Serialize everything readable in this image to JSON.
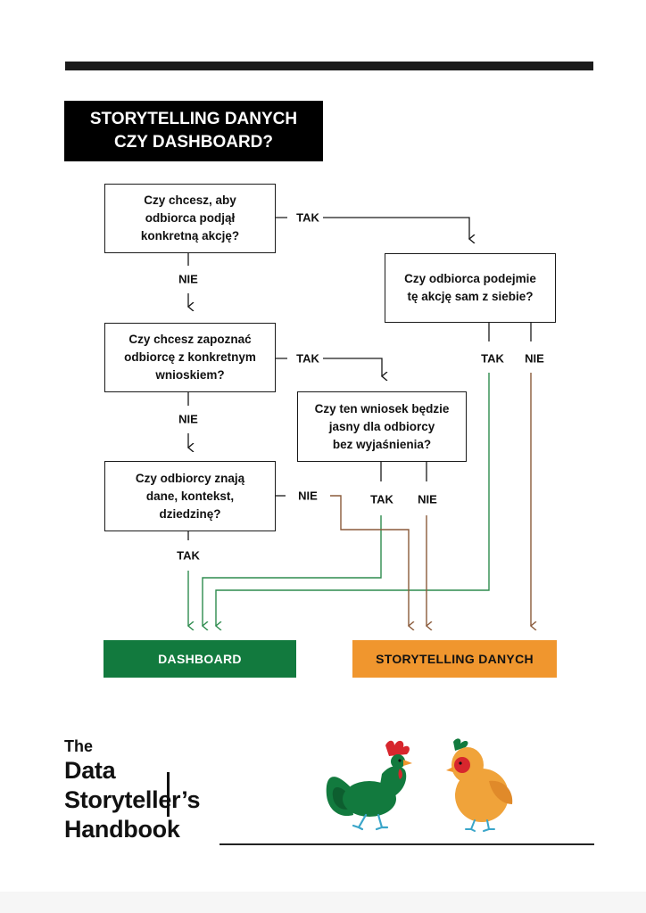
{
  "title": {
    "line1": "STORYTELLING DANYCH",
    "line2": "CZY DASHBOARD?"
  },
  "questions": {
    "q1": [
      "Czy chcesz, aby",
      "odbiorca podjął",
      "konkretną akcję?"
    ],
    "q2": [
      "Czy chcesz zapoznać",
      "odbiorcę z konkretnym",
      "wnioskiem?"
    ],
    "q3": [
      "Czy odbiorcy znają",
      "dane, kontekst,",
      "dziedzinę?"
    ],
    "q4": [
      "Czy odbiorca podejmie",
      "tę akcję sam z siebie?"
    ],
    "q5": [
      "Czy ten wniosek będzie",
      "jasny dla odbiorcy",
      "bez wyjaśnienia?"
    ]
  },
  "labels": {
    "q1_yes": "TAK",
    "q1_no": "NIE",
    "q2_yes": "TAK",
    "q2_no": "NIE",
    "q3_no": "NIE",
    "q3_yes": "TAK",
    "q4_yes": "TAK",
    "q4_no": "NIE",
    "q5_yes": "TAK",
    "q5_no": "NIE"
  },
  "results": {
    "dashboard": "DASHBOARD",
    "storytelling": "STORYTELLING DANYCH"
  },
  "brand": {
    "line1": "The",
    "line2": "Data",
    "line3": "Storyteller’s",
    "line4": "Handbook"
  },
  "colors": {
    "dashboard": "#127a3e",
    "storytelling": "#f0962e",
    "yes_line": "#2e8b4e",
    "no_line": "#8a5a3a"
  },
  "icons": [
    "green-rooster-icon",
    "orange-hen-icon"
  ]
}
